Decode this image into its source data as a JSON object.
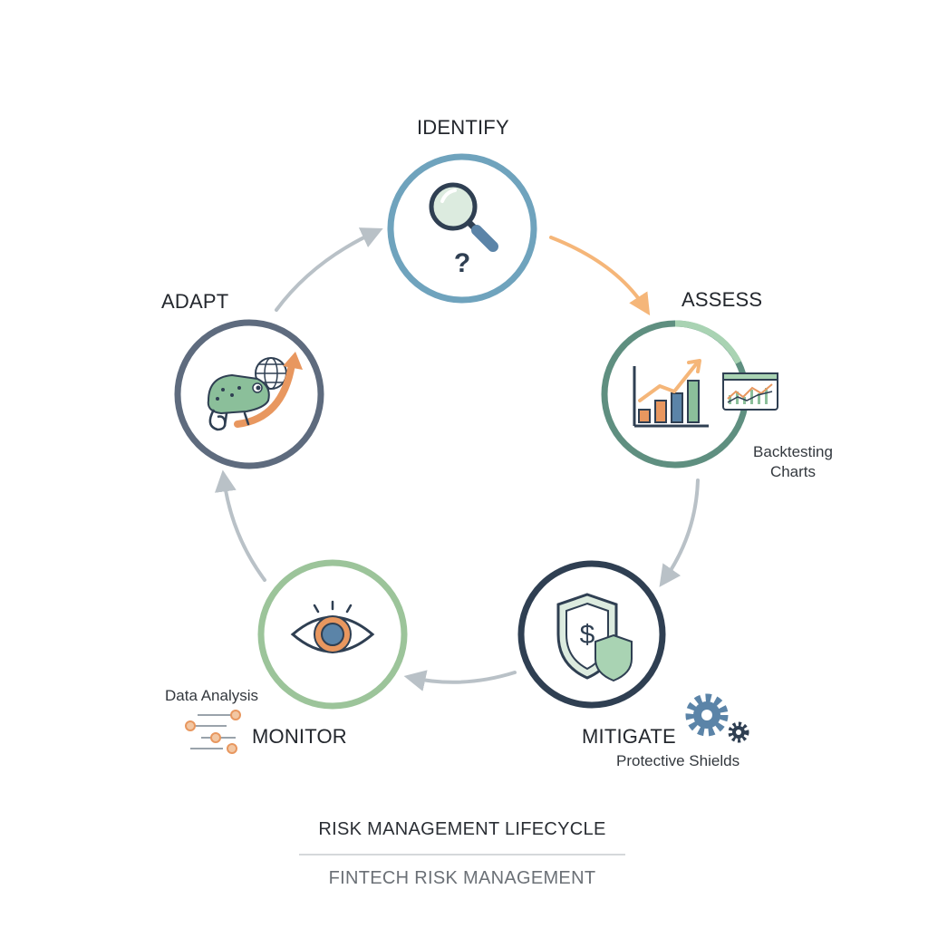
{
  "diagram": {
    "stages": [
      {
        "id": "identify",
        "label": "IDENTIFY",
        "icon": "magnifier-question-icon",
        "ring_color": "#6fa3bd"
      },
      {
        "id": "assess",
        "label": "ASSESS",
        "icon": "bar-chart-icon",
        "ring_color": "#5f8f80"
      },
      {
        "id": "mitigate",
        "label": "MITIGATE",
        "icon": "dollar-shield-icon",
        "ring_color": "#2f3f52"
      },
      {
        "id": "monitor",
        "label": "MONITOR",
        "icon": "eye-icon",
        "ring_color": "#9cc49a"
      },
      {
        "id": "adapt",
        "label": "ADAPT",
        "icon": "chameleon-globe-icon",
        "ring_color": "#5e6b7e"
      }
    ],
    "notes": {
      "assess": [
        "Backtesting",
        "Charts"
      ],
      "mitigate": "Protective Shields",
      "monitor": "Data Analysis"
    },
    "colors": {
      "arrow_orange": "#f5b679",
      "arrow_gray": "#b9c1c7",
      "icon_green": "#8bbf9a",
      "icon_orange": "#e8975f",
      "icon_navy": "#2f3f52",
      "icon_blue": "#5b84a8"
    }
  },
  "footer": {
    "title": "RISK MANAGEMENT LIFECYCLE",
    "subtitle": "FINTECH RISK MANAGEMENT"
  }
}
